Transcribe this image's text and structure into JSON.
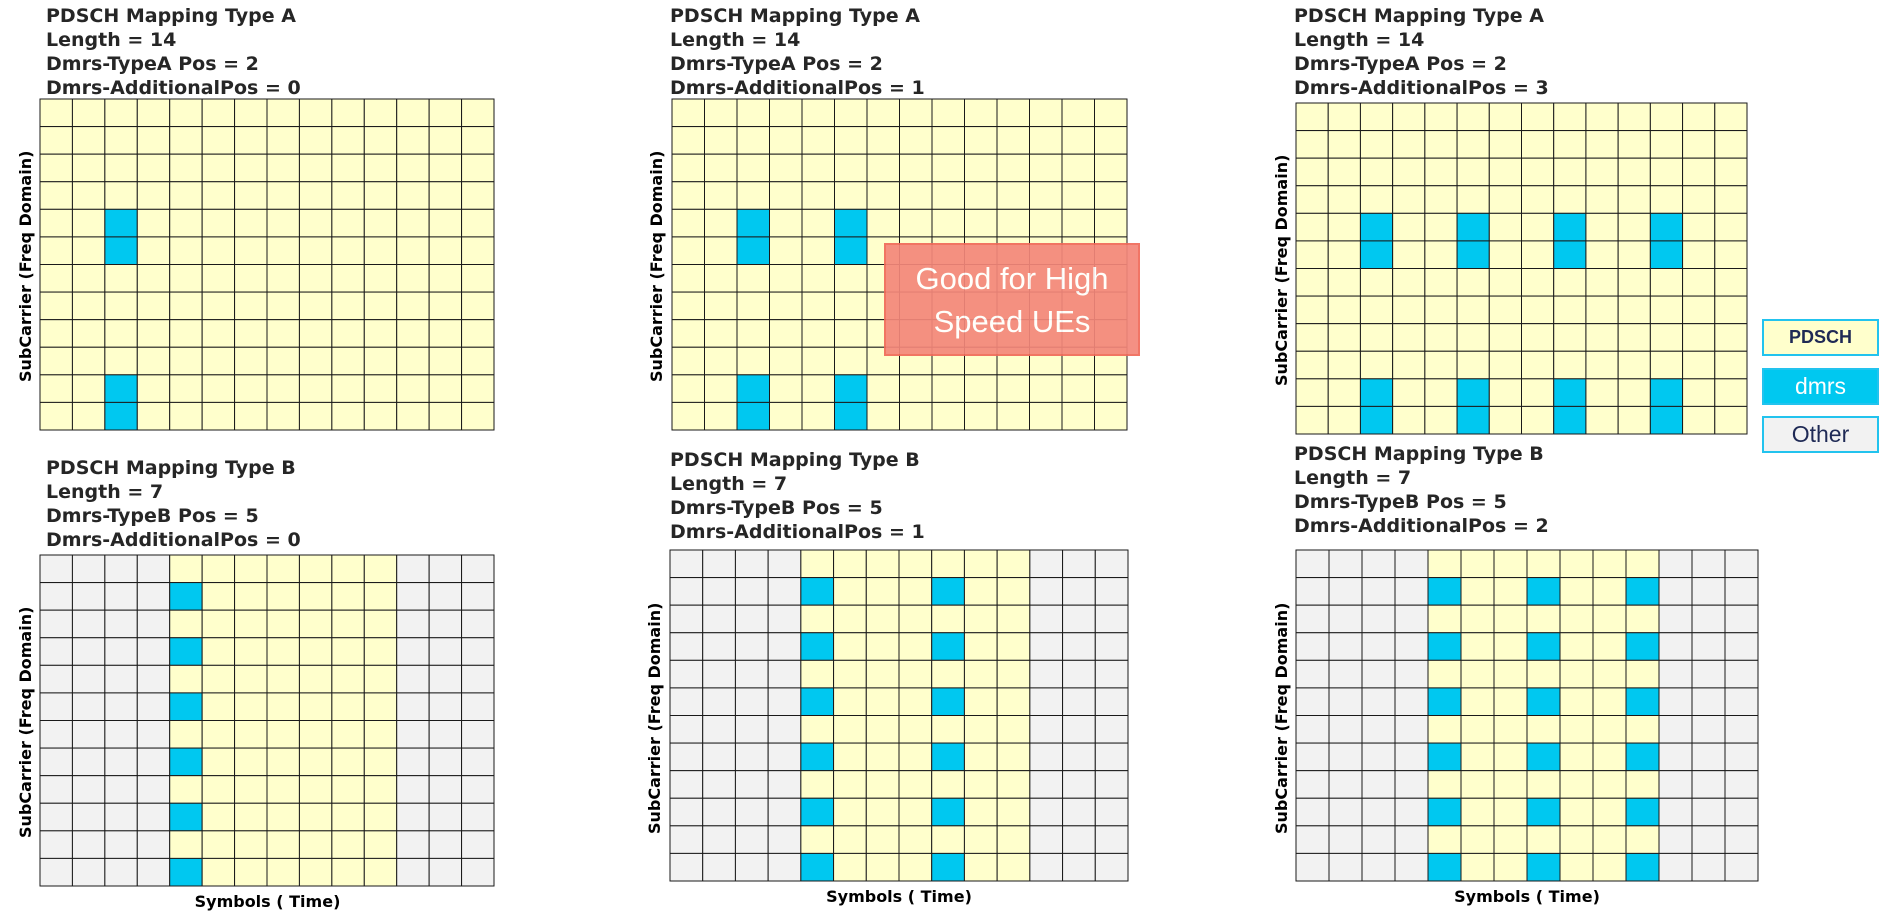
{
  "panels": [
    {
      "title_lines": [
        "PDSCH Mapping Type A",
        "Length = 14",
        "Dmrs-TypeA Pos = 2",
        "Dmrs-AdditionalPos = 0"
      ],
      "ylabel": "SubCarrier (Freq Domain)",
      "xlabel": "",
      "cols": 14,
      "rows": 12,
      "pdsch_cols": [
        0,
        13
      ],
      "dmrs": [
        [
          2,
          4
        ],
        [
          2,
          5
        ],
        [
          2,
          10
        ],
        [
          2,
          11
        ]
      ]
    },
    {
      "title_lines": [
        "PDSCH Mapping Type A",
        "Length = 14",
        "Dmrs-TypeA Pos = 2",
        "Dmrs-AdditionalPos = 1"
      ],
      "ylabel": "SubCarrier (Freq Domain)",
      "xlabel": "",
      "cols": 14,
      "rows": 12,
      "pdsch_cols": [
        0,
        13
      ],
      "dmrs": [
        [
          2,
          4
        ],
        [
          2,
          5
        ],
        [
          5,
          4
        ],
        [
          5,
          5
        ],
        [
          2,
          10
        ],
        [
          2,
          11
        ],
        [
          5,
          10
        ],
        [
          5,
          11
        ]
      ]
    },
    {
      "title_lines": [
        "PDSCH Mapping Type A",
        "Length = 14",
        "Dmrs-TypeA Pos = 2",
        "Dmrs-AdditionalPos = 3"
      ],
      "ylabel": "SubCarrier (Freq Domain)",
      "xlabel": "",
      "cols": 14,
      "rows": 12,
      "pdsch_cols": [
        0,
        13
      ],
      "dmrs": [
        [
          2,
          4
        ],
        [
          2,
          5
        ],
        [
          5,
          4
        ],
        [
          5,
          5
        ],
        [
          8,
          4
        ],
        [
          8,
          5
        ],
        [
          11,
          4
        ],
        [
          11,
          5
        ],
        [
          2,
          10
        ],
        [
          2,
          11
        ],
        [
          5,
          10
        ],
        [
          5,
          11
        ],
        [
          8,
          10
        ],
        [
          8,
          11
        ],
        [
          11,
          10
        ],
        [
          11,
          11
        ]
      ]
    },
    {
      "title_lines": [
        "PDSCH Mapping Type B",
        "Length = 7",
        "Dmrs-TypeB Pos = 5",
        "Dmrs-AdditionalPos = 0"
      ],
      "ylabel": "SubCarrier (Freq Domain)",
      "xlabel": "Symbols ( Time)",
      "cols": 14,
      "rows": 12,
      "pdsch_cols": [
        4,
        10
      ],
      "dmrs": [
        [
          4,
          1
        ],
        [
          4,
          3
        ],
        [
          4,
          5
        ],
        [
          4,
          7
        ],
        [
          4,
          9
        ],
        [
          4,
          11
        ]
      ]
    },
    {
      "title_lines": [
        "PDSCH Mapping Type B",
        "Length = 7",
        "Dmrs-TypeB Pos = 5",
        "Dmrs-AdditionalPos = 1"
      ],
      "ylabel": "SubCarrier (Freq Domain)",
      "xlabel": "Symbols ( Time)",
      "cols": 14,
      "rows": 12,
      "pdsch_cols": [
        4,
        10
      ],
      "dmrs": [
        [
          4,
          1
        ],
        [
          4,
          3
        ],
        [
          4,
          5
        ],
        [
          4,
          7
        ],
        [
          4,
          9
        ],
        [
          4,
          11
        ],
        [
          8,
          1
        ],
        [
          8,
          3
        ],
        [
          8,
          5
        ],
        [
          8,
          7
        ],
        [
          8,
          9
        ],
        [
          8,
          11
        ]
      ]
    },
    {
      "title_lines": [
        "PDSCH Mapping Type B",
        "Length = 7",
        "Dmrs-TypeB Pos = 5",
        "Dmrs-AdditionalPos = 2"
      ],
      "ylabel": "SubCarrier (Freq Domain)",
      "xlabel": "Symbols ( Time)",
      "cols": 14,
      "rows": 12,
      "pdsch_cols": [
        4,
        10
      ],
      "dmrs": [
        [
          4,
          1
        ],
        [
          4,
          3
        ],
        [
          4,
          5
        ],
        [
          4,
          7
        ],
        [
          4,
          9
        ],
        [
          4,
          11
        ],
        [
          7,
          1
        ],
        [
          7,
          3
        ],
        [
          7,
          5
        ],
        [
          7,
          7
        ],
        [
          7,
          9
        ],
        [
          7,
          11
        ],
        [
          10,
          1
        ],
        [
          10,
          3
        ],
        [
          10,
          5
        ],
        [
          10,
          7
        ],
        [
          10,
          9
        ],
        [
          10,
          11
        ]
      ]
    }
  ],
  "callout": {
    "line1": "Good for High",
    "line2": "Speed UEs"
  },
  "legend": [
    {
      "label": "PDSCH",
      "color": "#ffffcc",
      "kind": "pdsch"
    },
    {
      "label": "dmrs",
      "color": "#00c8f0",
      "kind": "dmrs"
    },
    {
      "label": "Other",
      "color": "#f2f2f2",
      "kind": "other"
    }
  ],
  "colors": {
    "pdsch": "#ffffcc",
    "dmrs": "#00c8f0",
    "other": "#f2f2f2",
    "gridline": "#1a1a1a"
  }
}
